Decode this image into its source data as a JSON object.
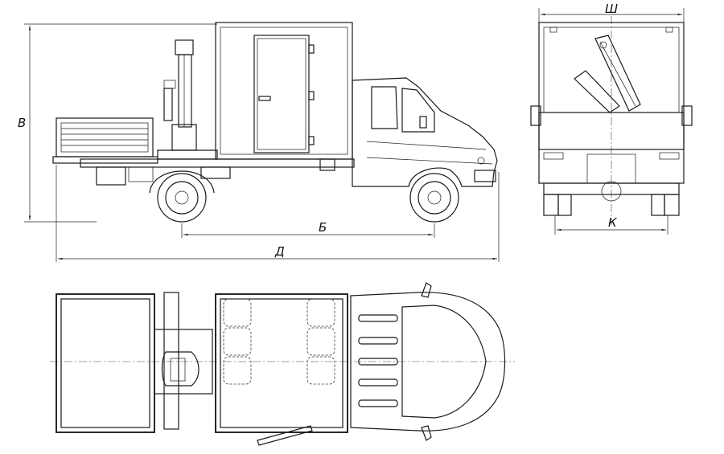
{
  "dimension_labels": {
    "height": "В",
    "wheelbase": "Б",
    "overall_length": "Д",
    "width": "Ш",
    "track": "К"
  },
  "views": [
    "side-view",
    "rear-view",
    "top-view"
  ]
}
